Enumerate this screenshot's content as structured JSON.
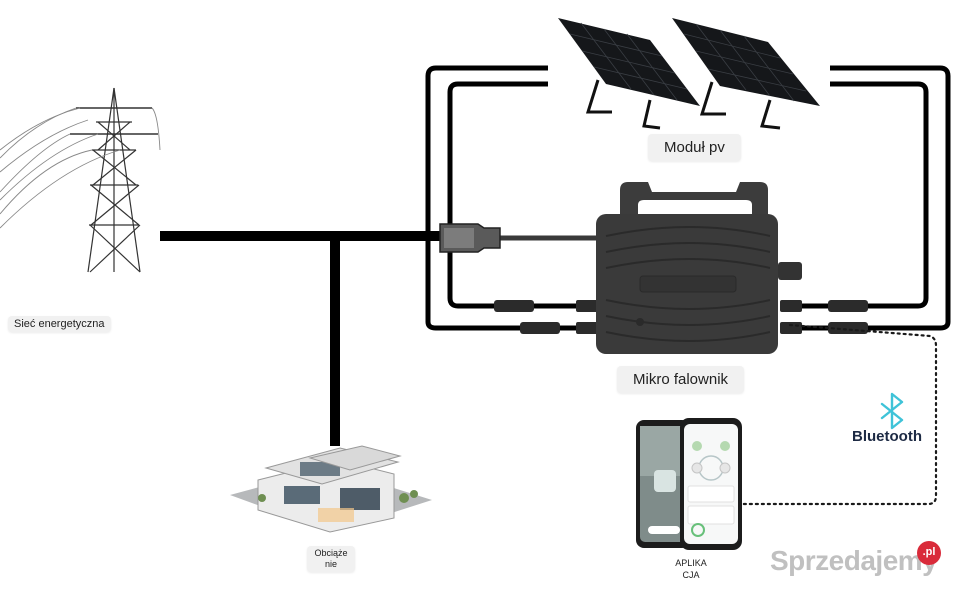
{
  "labels": {
    "grid": "Sieć energetyczna",
    "pv_module": "Moduł pv",
    "micro_inverter": "Mikro falownik",
    "load": "Obciąże nie",
    "app": "APLIKA CJA",
    "bluetooth": "Bluetooth"
  },
  "watermark": {
    "text": "Sprzedajemy",
    "badge": ".pl"
  },
  "icons": {
    "pylon": "power-pylon-icon",
    "panel": "solar-panel-icon",
    "inverter": "micro-inverter-icon",
    "house": "house-icon",
    "phone": "smartphone-app-icon",
    "bluetooth": "bluetooth-icon"
  },
  "colors": {
    "wire": "#000000",
    "bluetooth": "#3fc3d8",
    "watermark_badge": "#d92b3a",
    "inverter_body": "#3a3a3a"
  }
}
